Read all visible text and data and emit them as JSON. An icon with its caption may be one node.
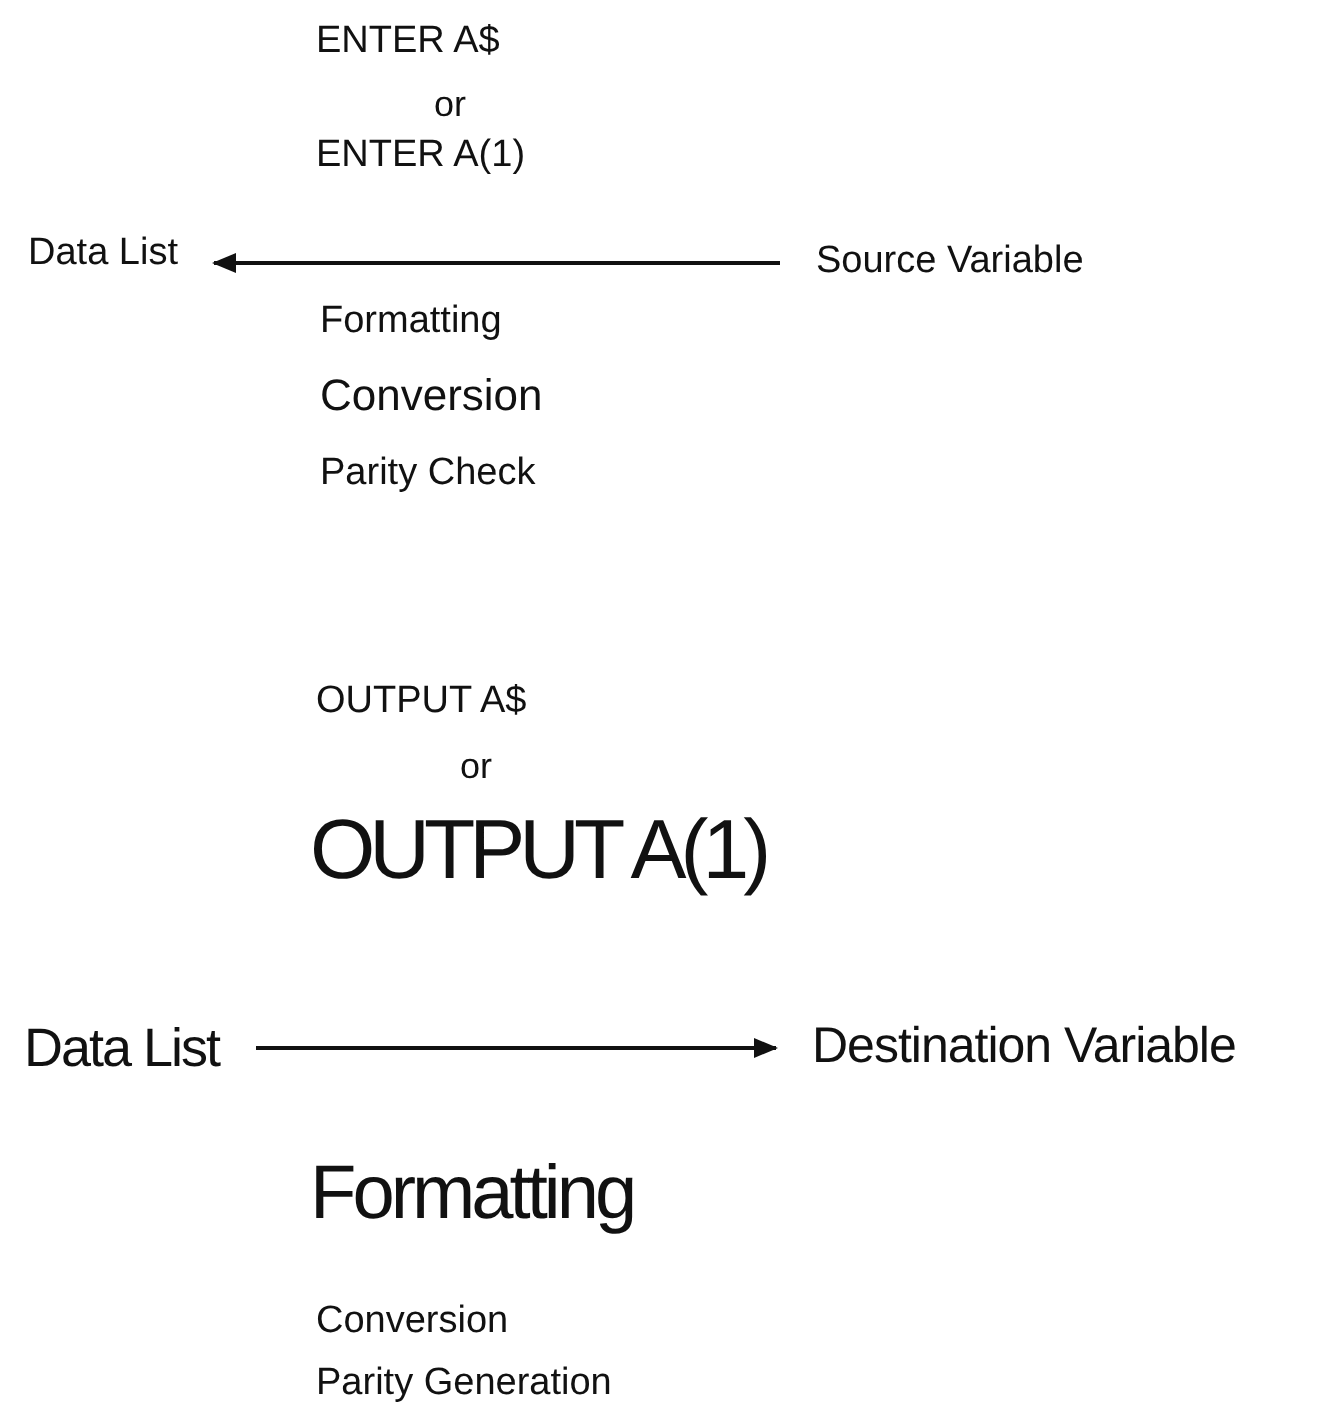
{
  "diagram": {
    "nodes": [
      {
        "text": [
          "Data List"
        ]
      },
      {
        "text": [
          "Source Variable"
        ]
      },
      {
        "text": [
          "Data List"
        ]
      },
      {
        "text": [
          "Destination Variable"
        ]
      }
    ],
    "edges": [
      {
        "from": 1,
        "to": 0,
        "arrow": "to"
      },
      {
        "from": 2,
        "to": 3,
        "arrow": "to"
      }
    ],
    "labels": [
      "ENTER A$",
      "or",
      "ENTER A(1)",
      "Formatting",
      "Conversion",
      "Parity Check",
      "OUTPUT A$",
      "or",
      "OUTPUT A(1)",
      "Formatting",
      "Conversion",
      "Parity Generation"
    ]
  }
}
